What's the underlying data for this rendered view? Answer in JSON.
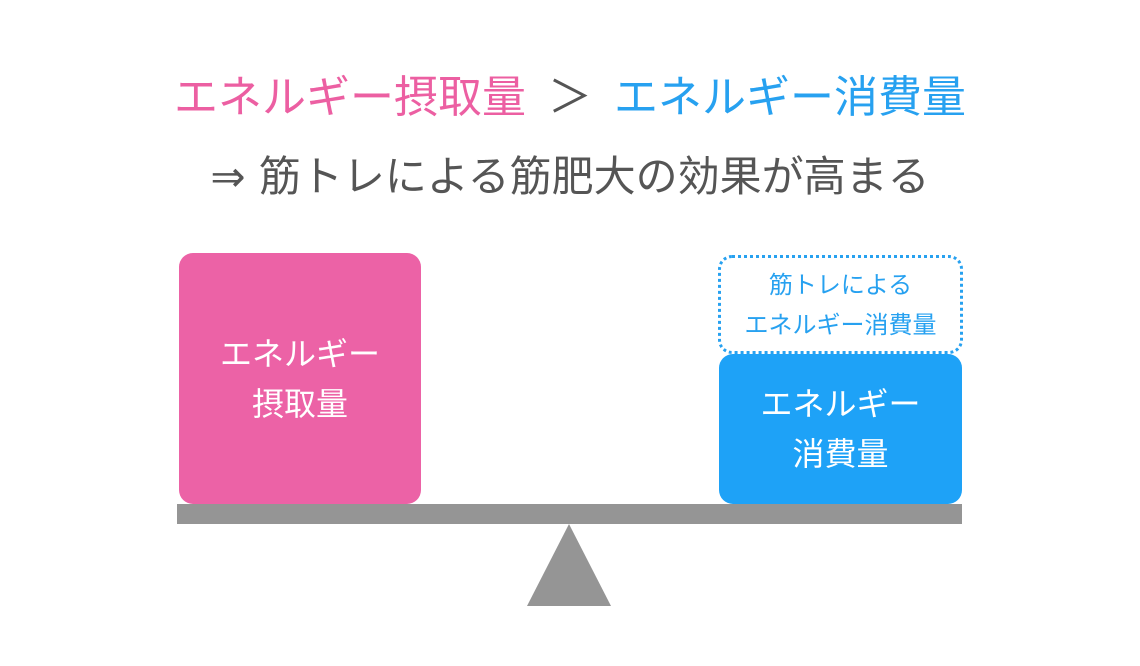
{
  "headline": {
    "intake_text": "エネルギー摂取量",
    "operator": "＞",
    "burn_text": "エネルギー消費量"
  },
  "subline": {
    "text": "⇒ 筋トレによる筋肥大の効果が高まる"
  },
  "scale": {
    "left_box": {
      "line1": "エネルギー",
      "line2": "摂取量"
    },
    "right_box": {
      "line1": "エネルギー",
      "line2": "消費量"
    },
    "extra_box": {
      "line1": "筋トレによる",
      "line2": "エネルギー消費量"
    }
  },
  "colors": {
    "intake": "#ec62a6",
    "burn": "#1ea2f7",
    "text_gray": "#555555",
    "scale_gray": "#959595"
  }
}
